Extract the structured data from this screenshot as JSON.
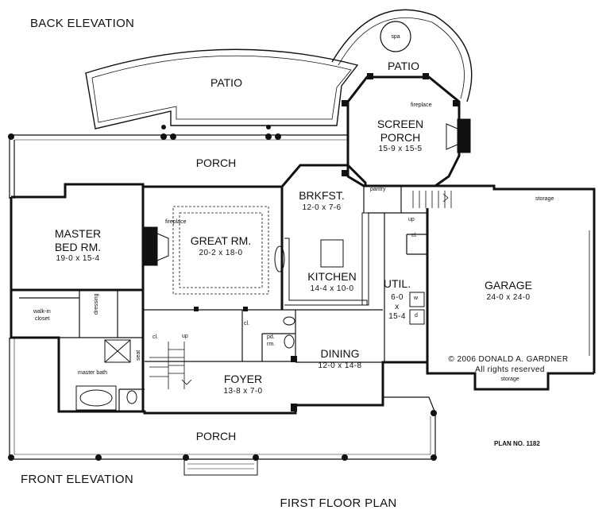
{
  "header": {
    "back_elevation": "BACK ELEVATION"
  },
  "footer": {
    "front_elevation": "FRONT ELEVATION",
    "plan_title": "FIRST FLOOR PLAN",
    "plan_no": "PLAN NO. 1182"
  },
  "rooms": {
    "patio_back": "PATIO",
    "patio_spa": "PATIO",
    "spa": "spa",
    "porch_back": "PORCH",
    "screen_porch": {
      "name_1": "SCREEN",
      "name_2": "PORCH",
      "dim": "15-9 x 15-5"
    },
    "fireplace_porch": "fireplace",
    "brkfst": {
      "name": "BRKFST.",
      "dim": "12-0 x 7-6"
    },
    "pantry": "pantry",
    "up_kitchen": "up",
    "cl_util": "cl.",
    "storage_top": "storage",
    "master": {
      "name_1": "MASTER",
      "name_2": "BED RM.",
      "dim": "19-0 x 15-4"
    },
    "great": {
      "name": "GREAT RM.",
      "dim": "20-2 x 18-0"
    },
    "fireplace_great": "fireplace",
    "kitchen": {
      "name": "KITCHEN",
      "dim": "14-4 x 10-0"
    },
    "util": {
      "name": "UTIL.",
      "dim_1": "6-0",
      "dim_x": "x",
      "dim_2": "15-4"
    },
    "washer": "w",
    "dryer": "d",
    "garage": {
      "name": "GARAGE",
      "dim": "24-0 x 24-0"
    },
    "copyright_1": "© 2006 DONALD A. GARDNER",
    "copyright_2": "All rights reserved",
    "storage_bottom": "storage",
    "walk_in_closet_1": "walk-in",
    "walk_in_closet_2": "closet",
    "dressing": "dressing",
    "seat": "seat",
    "master_bath": "master bath",
    "cl_foyer": "cl.",
    "up_foyer": "up",
    "cl_hall": "cl.",
    "pd_rm_1": "pd.",
    "pd_rm_2": "rm.",
    "dining": {
      "name": "DINING",
      "dim": "12-0 x 14-8"
    },
    "foyer": {
      "name": "FOYER",
      "dim": "13-8 x 7-0"
    },
    "porch_front": "PORCH"
  }
}
